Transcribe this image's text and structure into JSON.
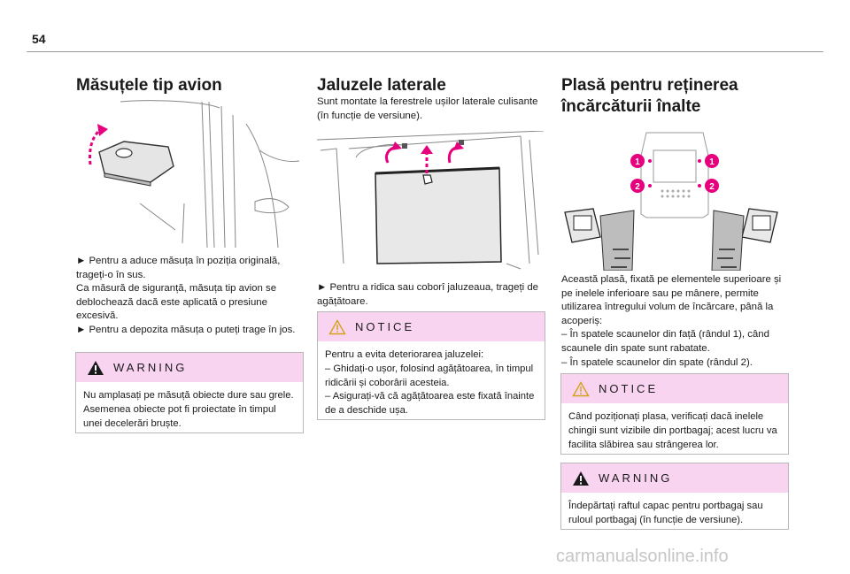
{
  "page_number": "54",
  "col1": {
    "title": "Măsuțele tip avion",
    "body": "► Pentru a aduce măsuța în poziția originală, trageți-o în sus.\nCa măsură de siguranță, măsuța tip avion se deblochează dacă este aplicată o presiune excesivă.\n► Pentru a depozita măsuța o puteți trage în jos.",
    "box_title": "WARNING",
    "box_text": "Nu amplasați pe măsuță obiecte dure sau grele. Asemenea obiecte pot fi proiectate în timpul unei decelerări bruște."
  },
  "col2": {
    "title": "Jaluzele laterale",
    "intro": "Sunt montate la ferestrele ușilor laterale culisante (în funcție de versiune).",
    "body": "► Pentru a ridica sau coborî jaluzeaua, trageți de agățătoare.",
    "box_title": "NOTICE",
    "box_text": "Pentru a evita deteriorarea jaluzelei:\n– Ghidați-o ușor, folosind agățătoarea, în timpul ridicării și coborârii acesteia.\n– Asigurați-vă că agățătoarea este fixată înainte de a deschide ușa."
  },
  "col3": {
    "title_line1": "Plasă pentru reținerea",
    "title_line2": "încărcăturii înalte",
    "body": "Această plasă, fixată pe elementele superioare și pe inelele inferioare sau pe mânere, permite utilizarea întregului volum de încărcare, până la acoperiș:\n– În spatele scaunelor din față (rândul 1), când scaunele din spate sunt rabatate.\n– În spatele scaunelor din spate (rândul 2).",
    "notice_title": "NOTICE",
    "notice_text": "Când poziționați plasa, verificați dacă inelele chingii sunt vizibile din portbagaj; acest lucru va facilita slăbirea sau strângerea lor.",
    "warning_title": "WARNING",
    "warning_text": "Îndepărtați raftul capac pentru portbagaj sau ruloul portbagaj (în funcție de versiune).",
    "markers": [
      "1",
      "1",
      "2",
      "2"
    ]
  },
  "colors": {
    "accent": "#e6007e",
    "box_header": "#f8d4f0"
  },
  "watermark": "carmanualsonline.info"
}
